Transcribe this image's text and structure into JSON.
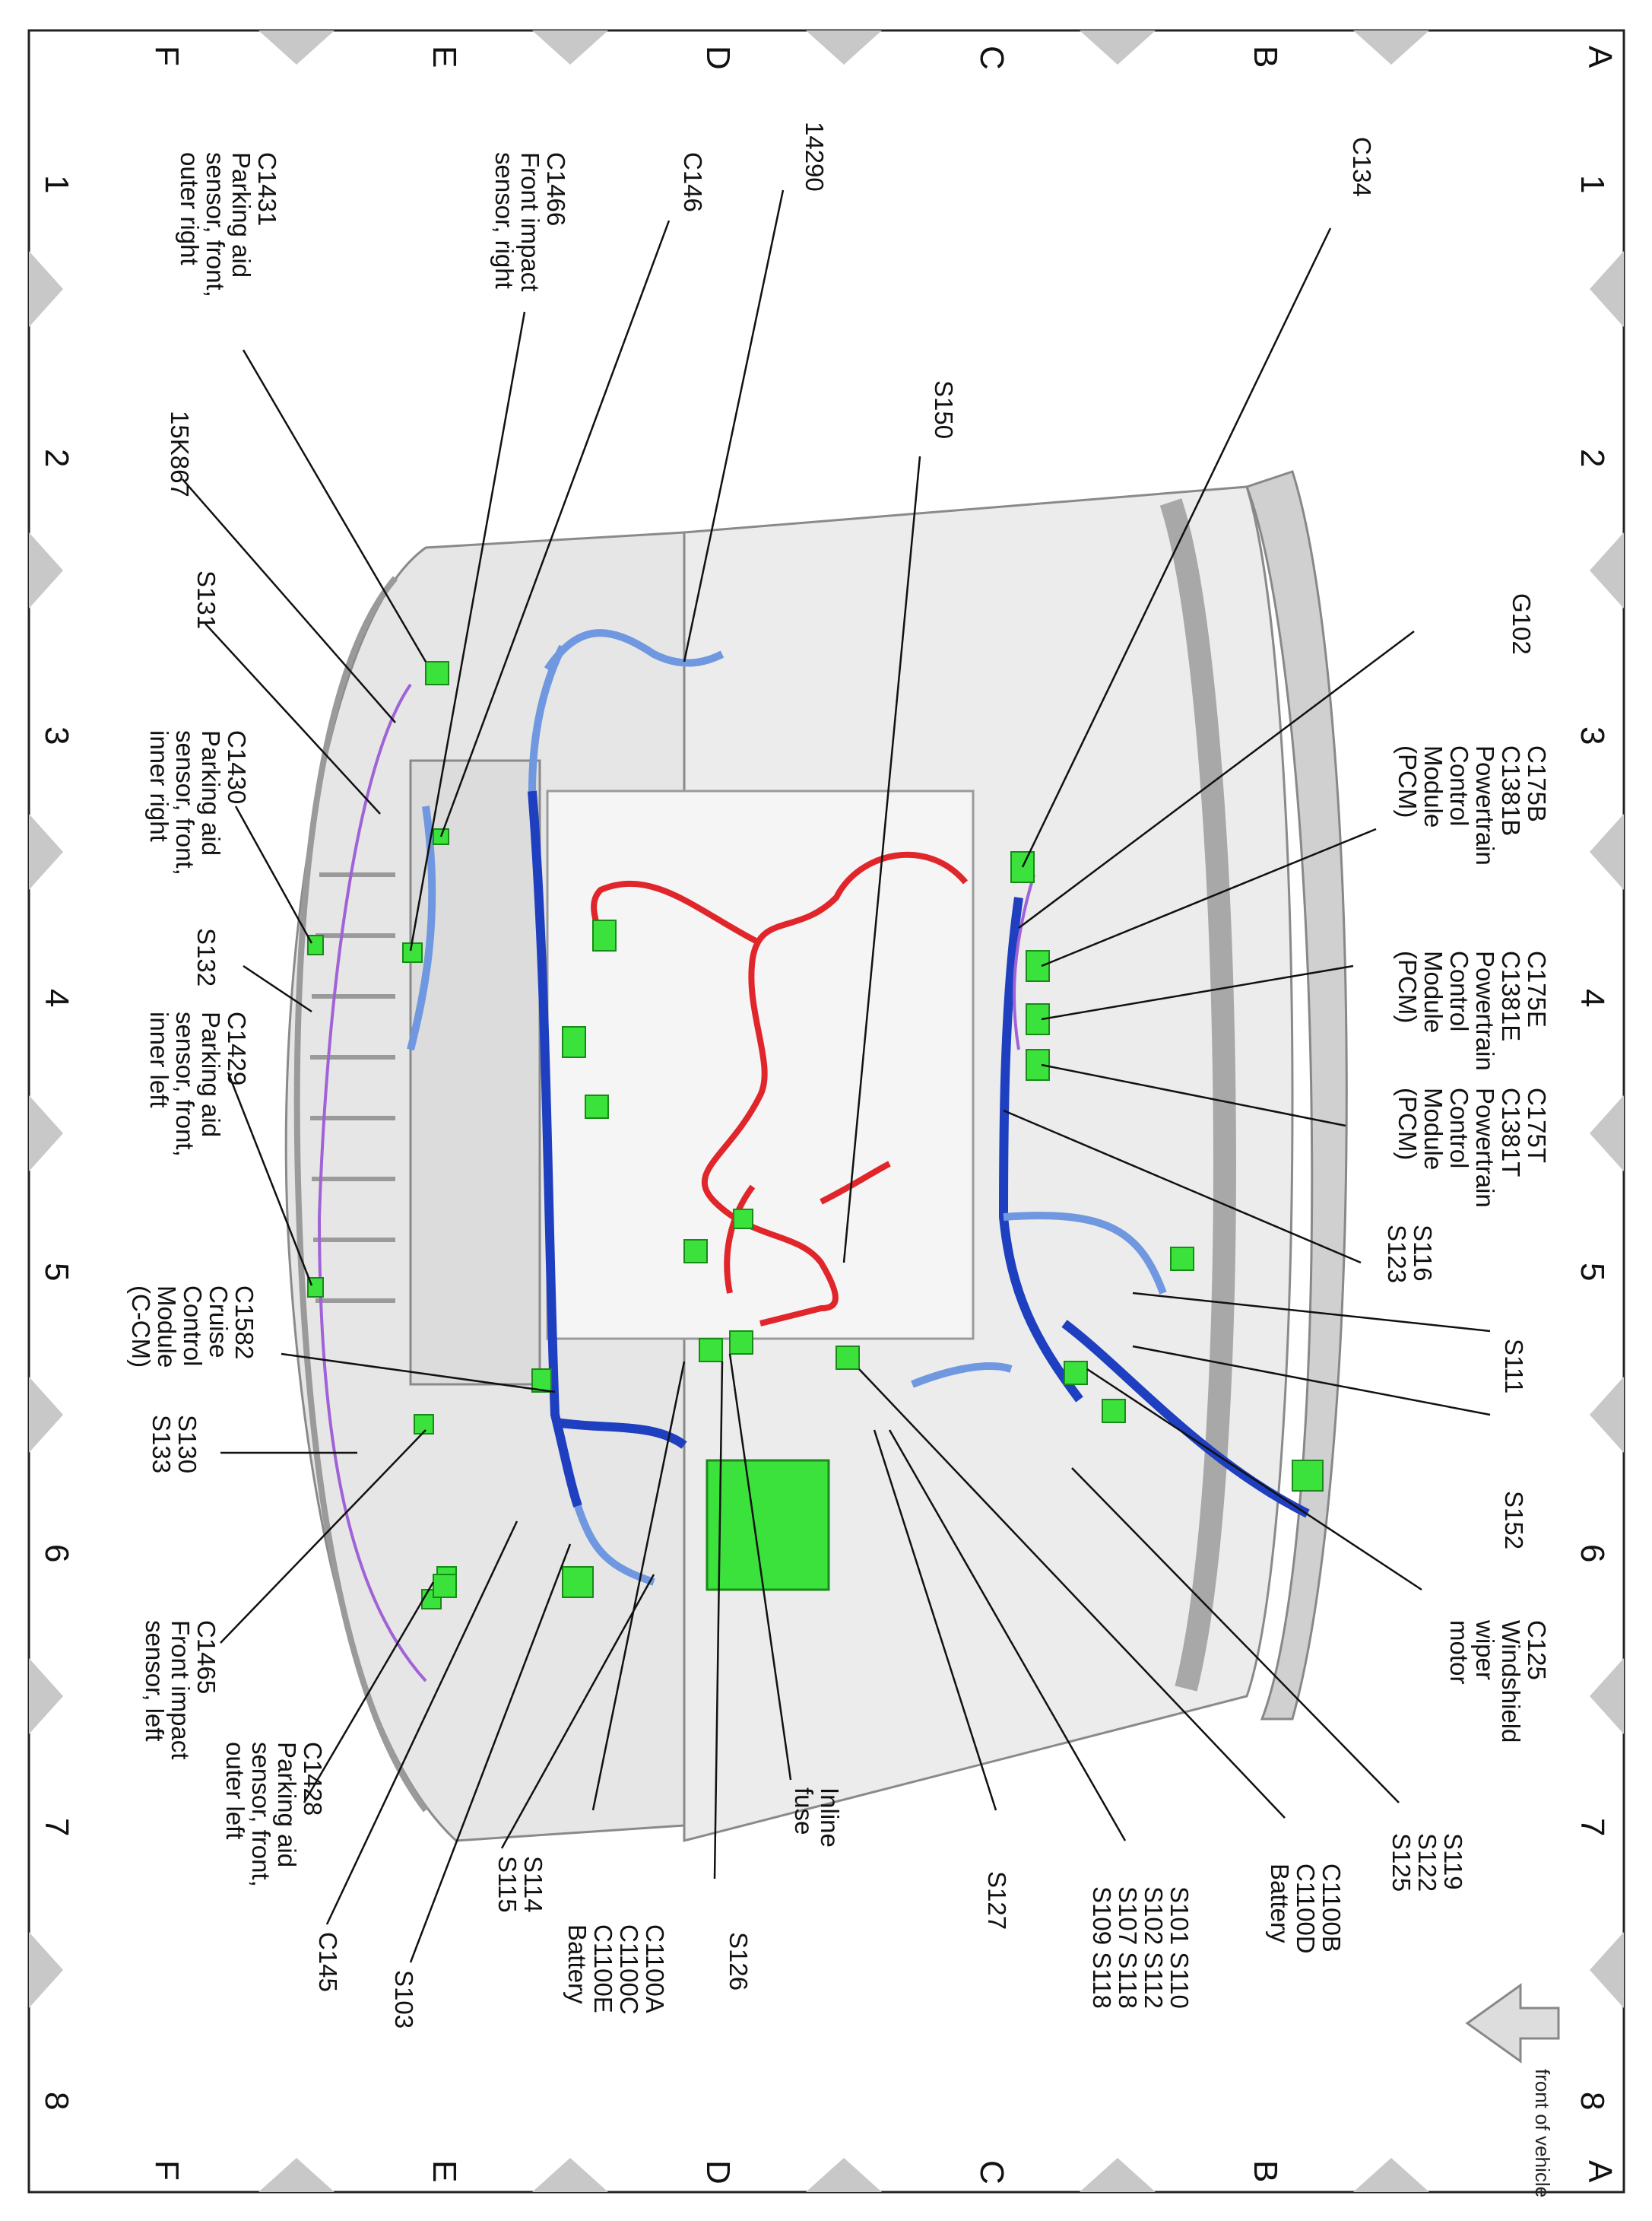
{
  "grid": {
    "numbers": [
      "1",
      "2",
      "3",
      "4",
      "5",
      "6",
      "7",
      "8"
    ],
    "letters": [
      "A",
      "B",
      "C",
      "D",
      "E",
      "F"
    ]
  },
  "colors": {
    "power_harness": "#e0262b",
    "main_harness": "#1e3fbf",
    "light_harness": "#6f98e0",
    "connector": "#3ce23c",
    "purple_wire": "#a062d6",
    "structure": "#d4d4d4"
  },
  "labels": {
    "c134": [
      "C134"
    ],
    "g102": [
      "G102"
    ],
    "c175b": [
      "C175B",
      "C1381B",
      "Powertrain",
      "Control",
      "Module",
      "(PCM)"
    ],
    "c175e": [
      "C175E",
      "C1381E",
      "Powertrain",
      "Control",
      "Module",
      "(PCM)"
    ],
    "c175t": [
      "C175T",
      "C1381T",
      "Powertrain",
      "Control",
      "Module",
      "(PCM)"
    ],
    "s116": [
      "S116",
      "S123"
    ],
    "s111": [
      "S111"
    ],
    "s152": [
      "S152"
    ],
    "c125": [
      "C125",
      "Windshield",
      "wiper",
      "motor"
    ],
    "s119": [
      "S119",
      "S122",
      "S125"
    ],
    "c1100b": [
      "C1100B",
      "C1100D",
      "Battery"
    ],
    "s101": [
      "S101  S110",
      "S102  S112",
      "S107  S118",
      "S109  S118"
    ],
    "s127": [
      "S127"
    ],
    "s150": [
      "S150"
    ],
    "n14290": [
      "14290"
    ],
    "c146": [
      "C146"
    ],
    "c1466": [
      "C1466",
      "Front impact",
      "sensor, right"
    ],
    "c1431": [
      "C1431",
      "Parking aid",
      "sensor, front,",
      "outer right"
    ],
    "k15": [
      "15K867"
    ],
    "s131": [
      "S131"
    ],
    "c1430": [
      "C1430",
      "Parking aid",
      "sensor, front,",
      "inner right"
    ],
    "s132": [
      "S132"
    ],
    "c1429": [
      "C1429",
      "Parking aid",
      "sensor, front,",
      "inner left"
    ],
    "c1582": [
      "C1582",
      "Cruise",
      "Control",
      "Module",
      "(C-CM)"
    ],
    "s130": [
      "S130",
      "S133"
    ],
    "c1465": [
      "C1465",
      "Front impact",
      "sensor, left"
    ],
    "c1428": [
      "C1428",
      "Parking aid",
      "sensor, front,",
      "outer left"
    ],
    "c145": [
      "C145"
    ],
    "s103": [
      "S103"
    ],
    "s114": [
      "S114",
      "S115"
    ],
    "c1100a": [
      "C1100A",
      "C1100C",
      "C1100E",
      "Battery"
    ],
    "s126": [
      "S126"
    ],
    "inline": [
      "Inline",
      "fuse"
    ],
    "front": [
      "front of vehicle"
    ]
  }
}
